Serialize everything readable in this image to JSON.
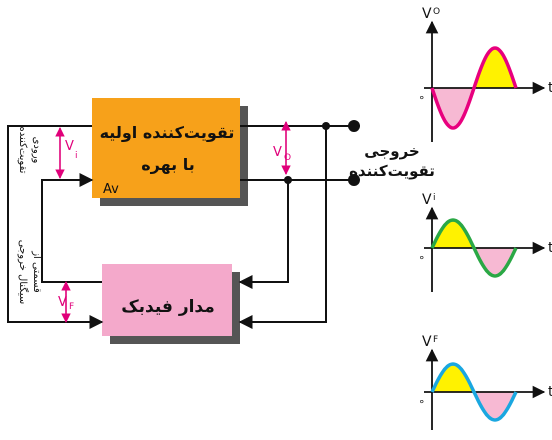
{
  "amplifier": {
    "label_line1": "تقویت‌کننده اولیه",
    "label_line2": "با بهره",
    "gain_symbol": "Av"
  },
  "feedback": {
    "label": "مدار فیدبک"
  },
  "output": {
    "label_line1": "خروجی",
    "label_line2": "تقویت‌کننده"
  },
  "side_labels": {
    "input_line1": "ورودی",
    "input_line2": "تقویت‌کننده",
    "fraction_line1": "قسمتی از",
    "fraction_line2": "سیگنال خروجی"
  },
  "signals": {
    "vi": {
      "letter": "V",
      "sub": "i"
    },
    "vo": {
      "letter": "V",
      "sub": "O"
    },
    "vf": {
      "letter": "V",
      "sub": "F"
    }
  },
  "graphs": [
    {
      "id": "vo",
      "axis_label": "V",
      "axis_sub": "O",
      "time_label": "t",
      "origin_label": "°",
      "curve_color": "#e8007e",
      "first_half_fill": "#f7b9d3",
      "second_half_fill": "#fff200",
      "phase": "inverted"
    },
    {
      "id": "vi",
      "axis_label": "V",
      "axis_sub": "i",
      "time_label": "t",
      "origin_label": "°",
      "curve_color": "#2aa845",
      "first_half_fill": "#fff200",
      "second_half_fill": "#f7b9d3",
      "phase": "normal"
    },
    {
      "id": "vf",
      "axis_label": "V",
      "axis_sub": "F",
      "time_label": "t",
      "origin_label": "°",
      "curve_color": "#1aa7e0",
      "first_half_fill": "#fff200",
      "second_half_fill": "#f7b9d3",
      "phase": "normal"
    }
  ],
  "colors": {
    "amplifier_fill": "#f7a11a",
    "feedback_fill": "#f4a9cb",
    "shadow": "#555555",
    "arrow_magenta": "#e0007a",
    "wire": "#111111"
  }
}
